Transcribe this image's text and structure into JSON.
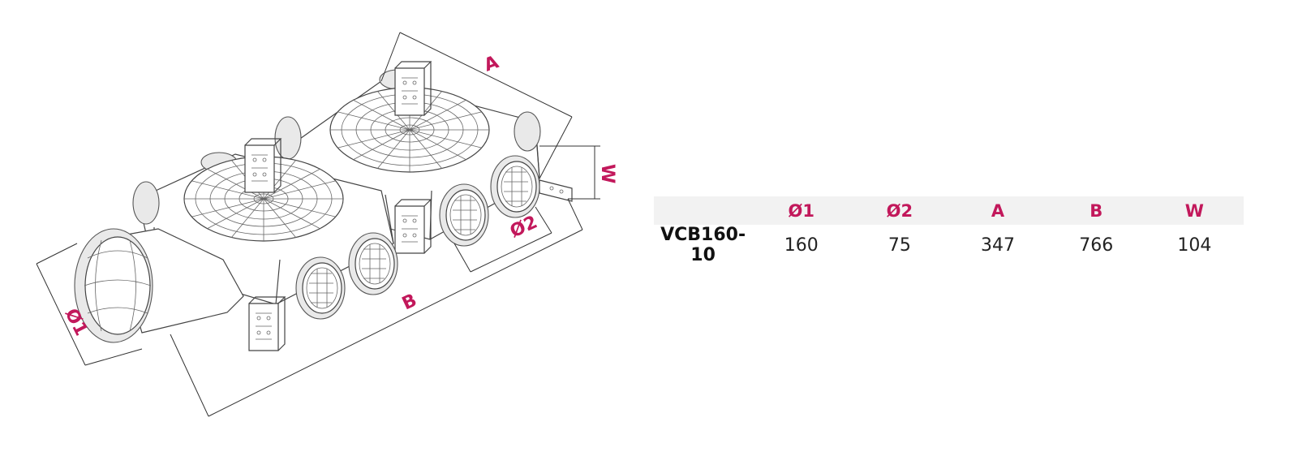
{
  "drawing": {
    "dimension_labels": {
      "a": "A",
      "b": "B",
      "w": "W",
      "d1": "Ø1",
      "d2": "Ø2"
    }
  },
  "table": {
    "columns": [
      "",
      "Ø1",
      "Ø2",
      "A",
      "B",
      "W"
    ],
    "rows": [
      {
        "model": "VCB160-10",
        "d1": "160",
        "d2": "75",
        "a": "347",
        "b": "766",
        "w": "104"
      }
    ]
  },
  "colors": {
    "accent": "#c2185b",
    "header_bg": "#f2f2f2",
    "line": "#444444"
  }
}
